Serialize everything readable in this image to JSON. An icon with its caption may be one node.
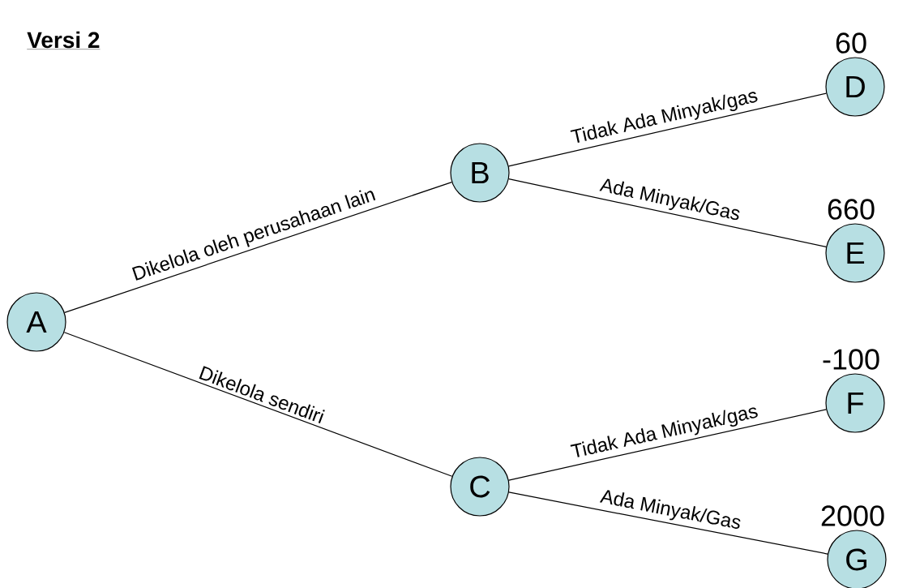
{
  "diagram": {
    "title": "Versi 2",
    "nodes": [
      {
        "text": [
          "A"
        ]
      },
      {
        "text": [
          "B"
        ]
      },
      {
        "text": [
          "C"
        ]
      },
      {
        "text": [
          "D"
        ],
        "beside": [
          "60"
        ]
      },
      {
        "text": [
          "E"
        ],
        "beside": [
          "660"
        ]
      },
      {
        "text": [
          "F"
        ],
        "beside": [
          "-100"
        ]
      },
      {
        "text": [
          "G"
        ],
        "beside": [
          "2000"
        ]
      }
    ],
    "edges": [
      {
        "from": 0,
        "to": 1,
        "arrow": "none",
        "label": "Dikelola oleh perusahaan lain"
      },
      {
        "from": 0,
        "to": 2,
        "arrow": "none",
        "label": "Dikelola sendiri"
      },
      {
        "from": 1,
        "to": 3,
        "arrow": "none",
        "label": "Tidak Ada Minyak/gas"
      },
      {
        "from": 1,
        "to": 4,
        "arrow": "none",
        "label": "Ada Minyak/Gas"
      },
      {
        "from": 2,
        "to": 5,
        "arrow": "none",
        "label": "Tidak Ada Minyak/gas"
      },
      {
        "from": 2,
        "to": 6,
        "arrow": "none",
        "label": "Ada Minyak/Gas"
      }
    ]
  }
}
